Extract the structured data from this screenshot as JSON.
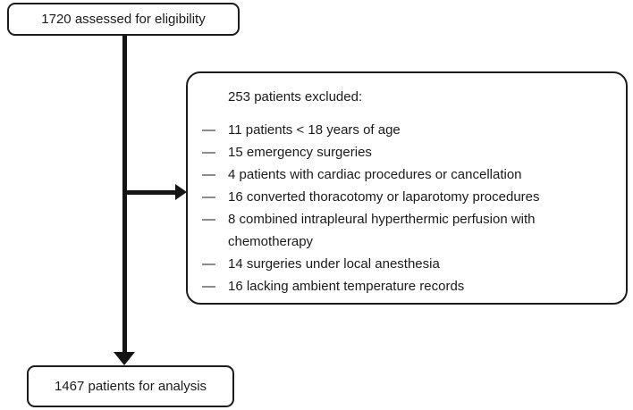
{
  "diagram": {
    "type": "patient-flow-chart",
    "eligibility_box": {
      "label": "1720 assessed for eligibility"
    },
    "exclusion_box": {
      "title": "253 patients excluded:",
      "bullet": "—",
      "items": [
        "11 patients < 18 years of age",
        "15 emergency surgeries",
        "4 patients with cardiac procedures or cancellation",
        "16 converted thoracotomy or laparotomy procedures",
        "8 combined intrapleural hyperthermic perfusion with\nchemotherapy",
        "14 surgeries under local anesthesia",
        "16 lacking ambient temperature records"
      ]
    },
    "analysis_box": {
      "label": "1467 patients for analysis"
    },
    "colors": {
      "line": "#141414",
      "border": "#1c1c1c",
      "text": "#1a1a1a",
      "background": "#ffffff"
    }
  }
}
